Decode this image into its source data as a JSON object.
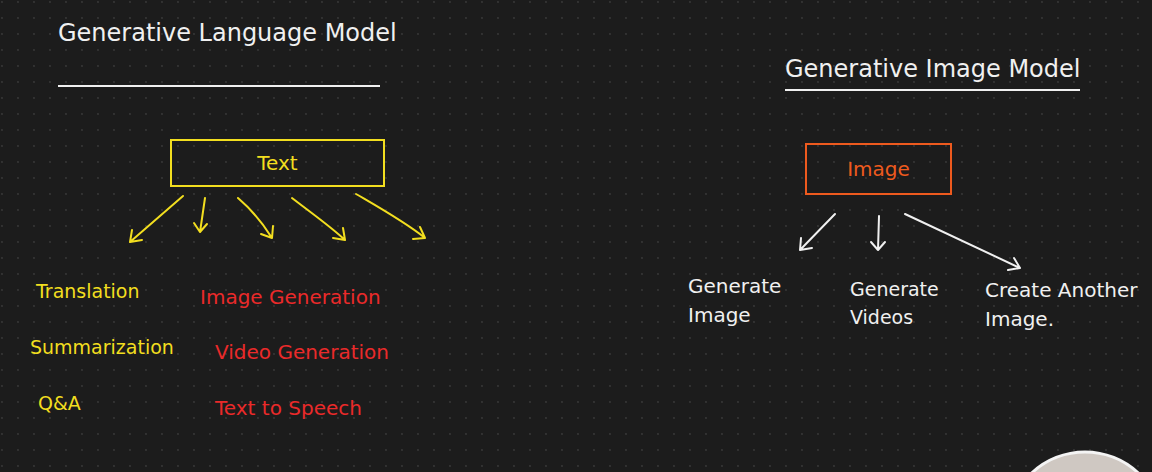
{
  "diagram": {
    "nodes": [
      {
        "text": [
          "Text"
        ]
      },
      {
        "text": [
          "Image"
        ]
      }
    ],
    "labels": [
      "Generative Language Model",
      "Generative Image Model",
      "Translation",
      "Image Generation",
      "Summarization",
      "Video Generation",
      "Q&A",
      "Text to Speech",
      "Generate Image",
      "Generate Videos",
      "Create Another Image."
    ]
  }
}
